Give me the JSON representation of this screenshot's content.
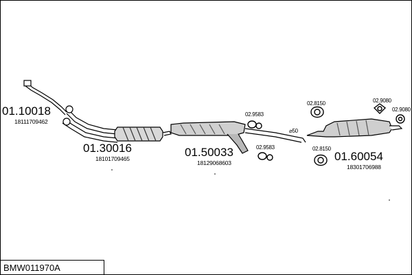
{
  "diagram": {
    "reference": "BMW011970A",
    "parts": [
      {
        "number": "01.10018",
        "oem": "18111709462"
      },
      {
        "number": "01.30016",
        "oem": "18101709465"
      },
      {
        "number": "01.50033",
        "oem": "18129068603"
      },
      {
        "number": "01.60054",
        "oem": "18301706988"
      }
    ],
    "mounts": [
      {
        "number": "02.9583"
      },
      {
        "number": "02.9583"
      },
      {
        "number": "02.8150"
      },
      {
        "number": "02.8150"
      },
      {
        "number": "02.9080"
      },
      {
        "number": "02.9080"
      }
    ],
    "pipe_diameter": "⌀50"
  }
}
